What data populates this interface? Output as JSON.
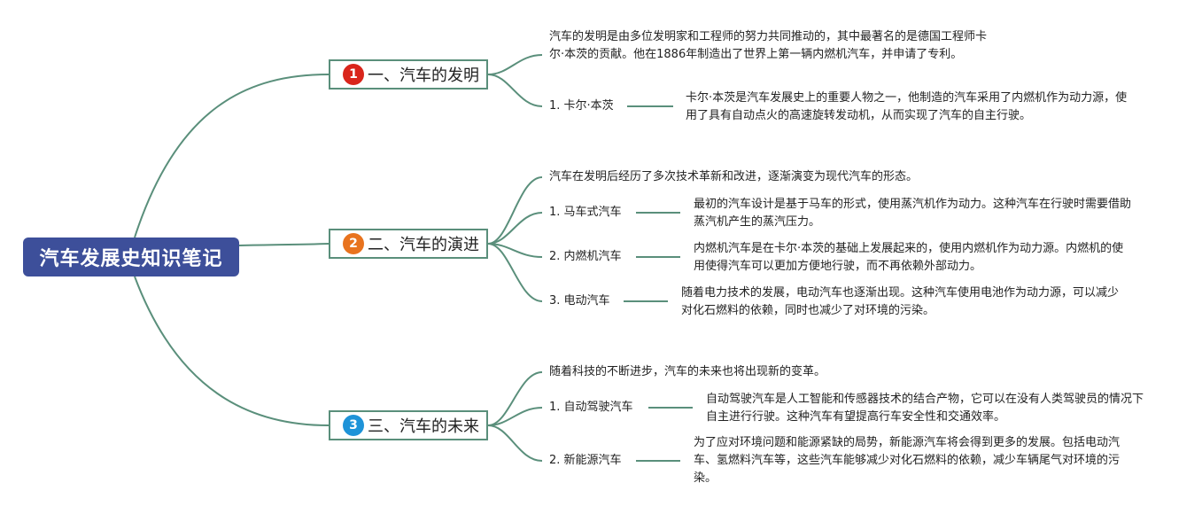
{
  "root": {
    "title": "汽车发展史知识笔记"
  },
  "colors": {
    "root_bg": "#3d4f9a",
    "line": "#5a8f7b",
    "badge1": "#d9251b",
    "badge2": "#e8731e",
    "badge3": "#1e93d8"
  },
  "branches": [
    {
      "badge": "1",
      "label": "一、汽车的发明",
      "summary": "汽车的发明是由多位发明家和工程师的努力共同推动的，其中最著名的是德国工程师卡尔·本茨的贡献。他在1886年制造出了世界上第一辆内燃机汽车，并申请了专利。",
      "items": [
        {
          "label": "1. 卡尔·本茨",
          "desc": "卡尔·本茨是汽车发展史上的重要人物之一，他制造的汽车采用了内燃机作为动力源，使用了具有自动点火的高速旋转发动机，从而实现了汽车的自主行驶。"
        }
      ]
    },
    {
      "badge": "2",
      "label": "二、汽车的演进",
      "summary": "汽车在发明后经历了多次技术革新和改进，逐渐演变为现代汽车的形态。",
      "items": [
        {
          "label": "1. 马车式汽车",
          "desc": "最初的汽车设计是基于马车的形式，使用蒸汽机作为动力。这种汽车在行驶时需要借助蒸汽机产生的蒸汽压力。"
        },
        {
          "label": "2. 内燃机汽车",
          "desc": "内燃机汽车是在卡尔·本茨的基础上发展起来的，使用内燃机作为动力源。内燃机的使用使得汽车可以更加方便地行驶，而不再依赖外部动力。"
        },
        {
          "label": "3. 电动汽车",
          "desc": "随着电力技术的发展，电动汽车也逐渐出现。这种汽车使用电池作为动力源，可以减少对化石燃料的依赖，同时也减少了对环境的污染。"
        }
      ]
    },
    {
      "badge": "3",
      "label": "三、汽车的未来",
      "summary": "随着科技的不断进步，汽车的未来也将出现新的变革。",
      "items": [
        {
          "label": "1. 自动驾驶汽车",
          "desc": "自动驾驶汽车是人工智能和传感器技术的结合产物，它可以在没有人类驾驶员的情况下自主进行行驶。这种汽车有望提高行车安全性和交通效率。"
        },
        {
          "label": "2. 新能源汽车",
          "desc": "为了应对环境问题和能源紧缺的局势，新能源汽车将会得到更多的发展。包括电动汽车、氢燃料汽车等，这些汽车能够减少对化石燃料的依赖，减少车辆尾气对环境的污染。"
        }
      ]
    }
  ]
}
